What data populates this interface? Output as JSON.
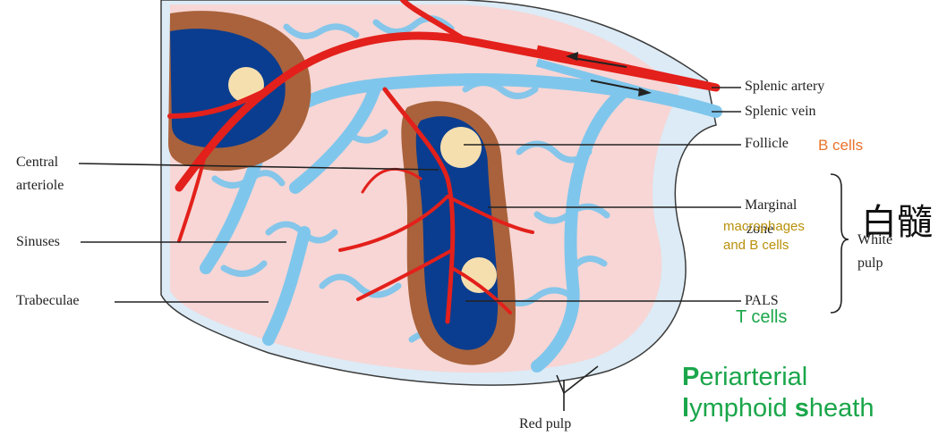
{
  "labels": {
    "splenic_artery": "Splenic artery",
    "splenic_vein": "Splenic vein",
    "follicle": "Follicle",
    "follicle_cells": "B cells",
    "marginal_zone_1": "Marginal",
    "marginal_zone_2": "zone",
    "marginal_cells_1": "macrophages",
    "marginal_cells_2": "and B cells",
    "white_pulp_cjk": "白髓",
    "white_pulp_1": "White",
    "white_pulp_2": "pulp",
    "pals": "PALS",
    "pals_cells": "T cells",
    "central_arteriole_1": "Central",
    "central_arteriole_2": "arteriole",
    "sinuses": "Sinuses",
    "trabeculae": "Trabeculae",
    "red_pulp": "Red pulp"
  },
  "pals_definition": {
    "line1_initial": "P",
    "line1_rest": "eriarterial",
    "line2_initial_1": "l",
    "line2_rest_1": "ymphoid ",
    "line2_initial_2": "s",
    "line2_rest_2": "heath"
  },
  "colors": {
    "artery": "#e3201b",
    "vein": "#7fc6ec",
    "pals": "#0a3d8f",
    "marginal": "#a9623b",
    "follicle": "#f6dfae",
    "red_pulp": "#f7d6d5",
    "capsule": "#dcebf6",
    "highlight_green": "#1aa64a",
    "highlight_orange": "#e8732a",
    "highlight_olive": "#b8900a"
  }
}
